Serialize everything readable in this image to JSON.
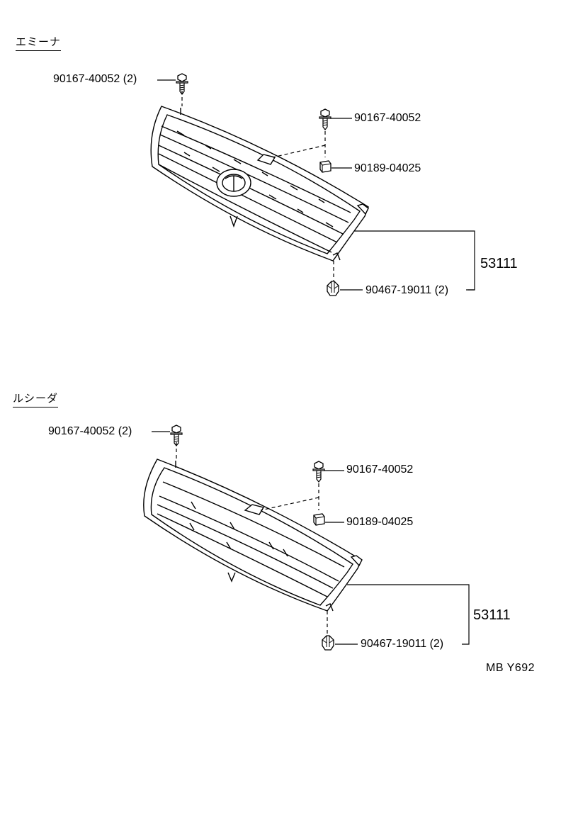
{
  "sections": [
    {
      "label": "エミーナ",
      "parts": {
        "top_screw": "90167-40052 (2)",
        "center_screw": "90167-40052",
        "nut": "90189-04025",
        "clip": "90467-19011 (2)",
        "grille": "53111"
      }
    },
    {
      "label": "ルシーダ",
      "parts": {
        "top_screw": "90167-40052 (2)",
        "center_screw": "90167-40052",
        "nut": "90189-04025",
        "clip": "90467-19011 (2)",
        "grille": "53111"
      }
    }
  ],
  "diagram_code": "MB  Y692"
}
